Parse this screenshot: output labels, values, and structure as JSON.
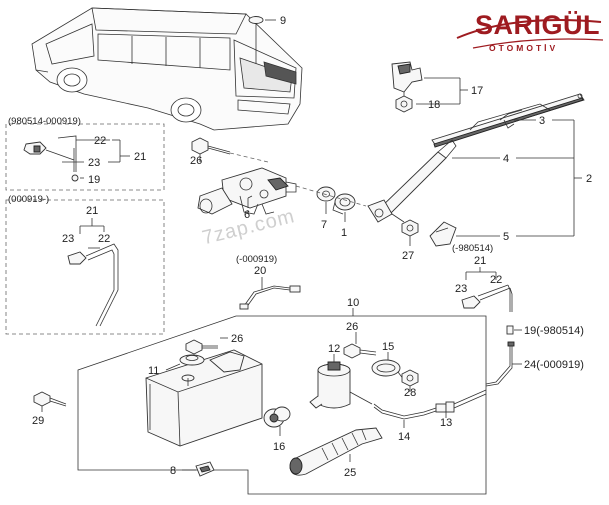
{
  "brand": {
    "name": "SARIGÜL",
    "subtitle": "OTOMOTİV",
    "color": "#9e1b20"
  },
  "watermark": "7zap.com",
  "callouts": {
    "c1": "1",
    "c2": "2",
    "c3": "3",
    "c4": "4",
    "c5": "5",
    "c6": "6",
    "c7": "7",
    "c8": "8",
    "c9": "9",
    "c10": "10",
    "c11": "11",
    "c12": "12",
    "c13": "13",
    "c14": "14",
    "c15": "15",
    "c16": "16",
    "c17": "17",
    "c18": "18",
    "c19": "19",
    "c20": "20",
    "c21": "21",
    "c22": "22",
    "c23": "23",
    "c24": "24",
    "c25": "25",
    "c26": "26",
    "c27": "27",
    "c28": "28",
    "c29": "29",
    "inset1_21": "21",
    "inset1_22": "22",
    "inset1_23": "23",
    "inset1_19": "19",
    "inset2_21": "21",
    "inset2_22": "22",
    "inset2_23": "23",
    "r_21": "21",
    "r_22": "22",
    "r_23": "23",
    "r_19": "19(-980514)",
    "r_24": "24(-000919)",
    "c26b": "26"
  },
  "codes": {
    "inset1": "(980514-000919)",
    "inset2": "(000919-)",
    "part20": "(-000919)",
    "right": "(-980514)"
  }
}
